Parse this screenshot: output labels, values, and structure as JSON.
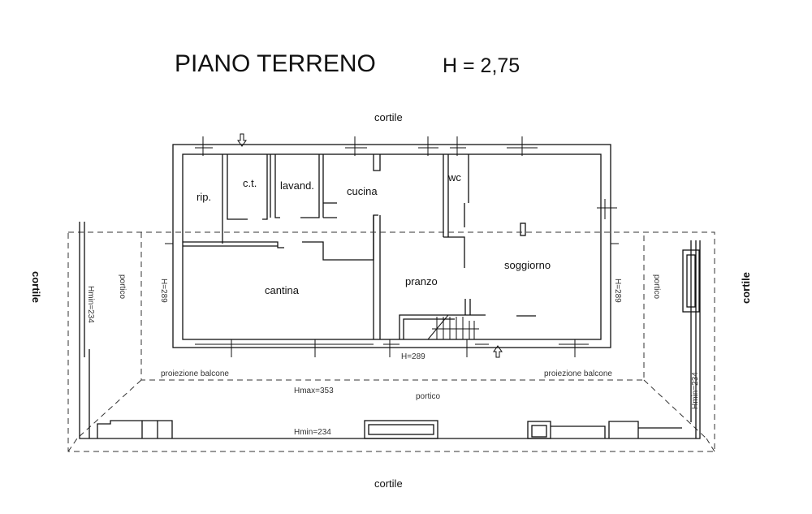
{
  "title": "PIANO TERRENO",
  "height_label": "H = 2,75",
  "surroundings": {
    "top": "cortile",
    "bottom": "cortile",
    "left": "cortile",
    "right": "cortile"
  },
  "rooms": {
    "rip": "rip.",
    "ct": "c.t.",
    "lavand": "lavand.",
    "cucina": "cucina",
    "wc": "wc",
    "cantina": "cantina",
    "pranzo": "pranzo",
    "soggiorno": "soggiorno"
  },
  "annotations": {
    "h_left": "H=289",
    "h_right": "H=289",
    "h_bottom": "H=289",
    "portico_left": "portico",
    "portico_right": "portico",
    "portico_bottom": "portico",
    "hmin_left": "Hmin=234",
    "hmin_right": "Hmin=234",
    "hmin_bottom": "Hmin=234",
    "hmax": "Hmax=353",
    "balcone_left": "proiezione balcone",
    "balcone_right": "proiezione balcone"
  }
}
